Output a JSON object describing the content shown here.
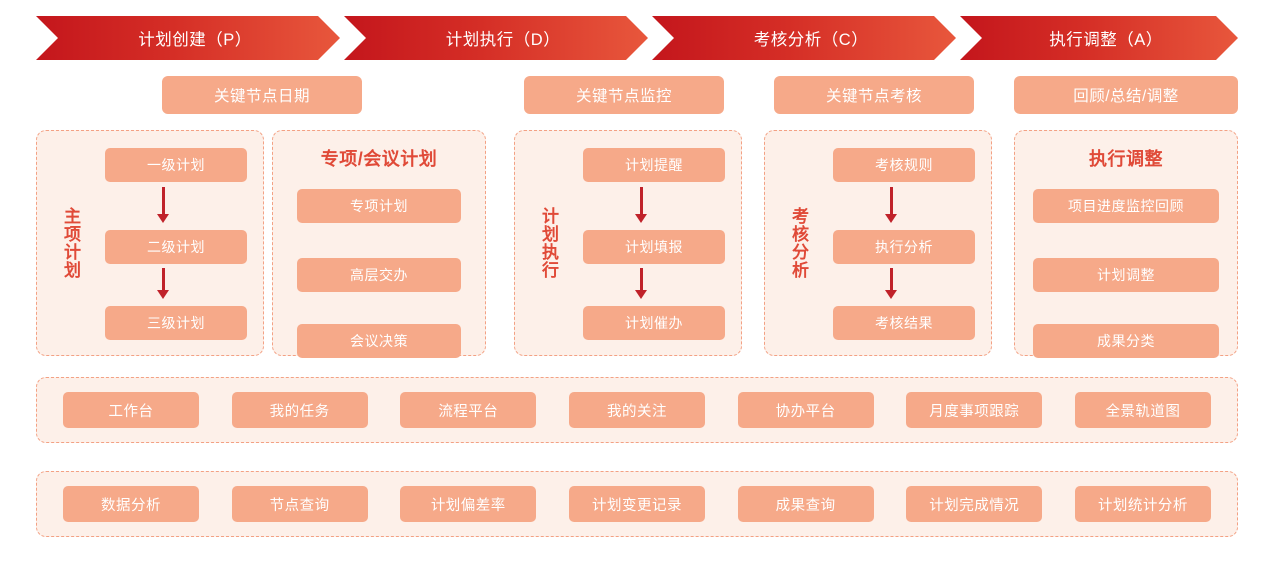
{
  "colors": {
    "chevron_dark": "#c4161c",
    "chevron_light": "#e8573c",
    "chip": "#f6a989",
    "panel_bg": "#fdf0e9",
    "panel_border": "#f3a184",
    "title_text": "#e04a38",
    "arrow": "#c0222a"
  },
  "stages": [
    {
      "label": "计划创建（P）"
    },
    {
      "label": "计划执行（D）"
    },
    {
      "label": "考核分析（C）"
    },
    {
      "label": "执行调整（A）"
    }
  ],
  "subheaders": [
    {
      "label": "关键节点日期"
    },
    {
      "label": "关键节点监控"
    },
    {
      "label": "关键节点考核"
    },
    {
      "label": "回顾/总结/调整"
    }
  ],
  "panels": [
    {
      "kind": "flow",
      "side_label": "主项计划",
      "title": "",
      "chips": [
        {
          "label": "一级计划"
        },
        {
          "label": "二级计划"
        },
        {
          "label": "三级计划"
        }
      ]
    },
    {
      "kind": "stack",
      "side_label": "",
      "title": "专项/会议计划",
      "chips": [
        {
          "label": "专项计划"
        },
        {
          "label": "高层交办"
        },
        {
          "label": "会议决策"
        }
      ]
    },
    {
      "kind": "flow",
      "side_label": "计划执行",
      "title": "",
      "chips": [
        {
          "label": "计划提醒"
        },
        {
          "label": "计划填报"
        },
        {
          "label": "计划催办"
        }
      ]
    },
    {
      "kind": "flow",
      "side_label": "考核分析",
      "title": "",
      "chips": [
        {
          "label": "考核规则"
        },
        {
          "label": "执行分析"
        },
        {
          "label": "考核结果"
        }
      ]
    },
    {
      "kind": "stack",
      "side_label": "",
      "title": "执行调整",
      "chips": [
        {
          "label": "项目进度监控回顾"
        },
        {
          "label": "计划调整"
        },
        {
          "label": "成果分类"
        }
      ]
    }
  ],
  "band_a": {
    "items": [
      {
        "label": "工作台"
      },
      {
        "label": "我的任务"
      },
      {
        "label": "流程平台"
      },
      {
        "label": "我的关注"
      },
      {
        "label": "协办平台"
      },
      {
        "label": "月度事项跟踪"
      },
      {
        "label": "全景轨道图"
      }
    ]
  },
  "band_b": {
    "items": [
      {
        "label": "数据分析"
      },
      {
        "label": "节点查询"
      },
      {
        "label": "计划偏差率"
      },
      {
        "label": "计划变更记录"
      },
      {
        "label": "成果查询"
      },
      {
        "label": "计划完成情况"
      },
      {
        "label": "计划统计分析"
      }
    ]
  }
}
